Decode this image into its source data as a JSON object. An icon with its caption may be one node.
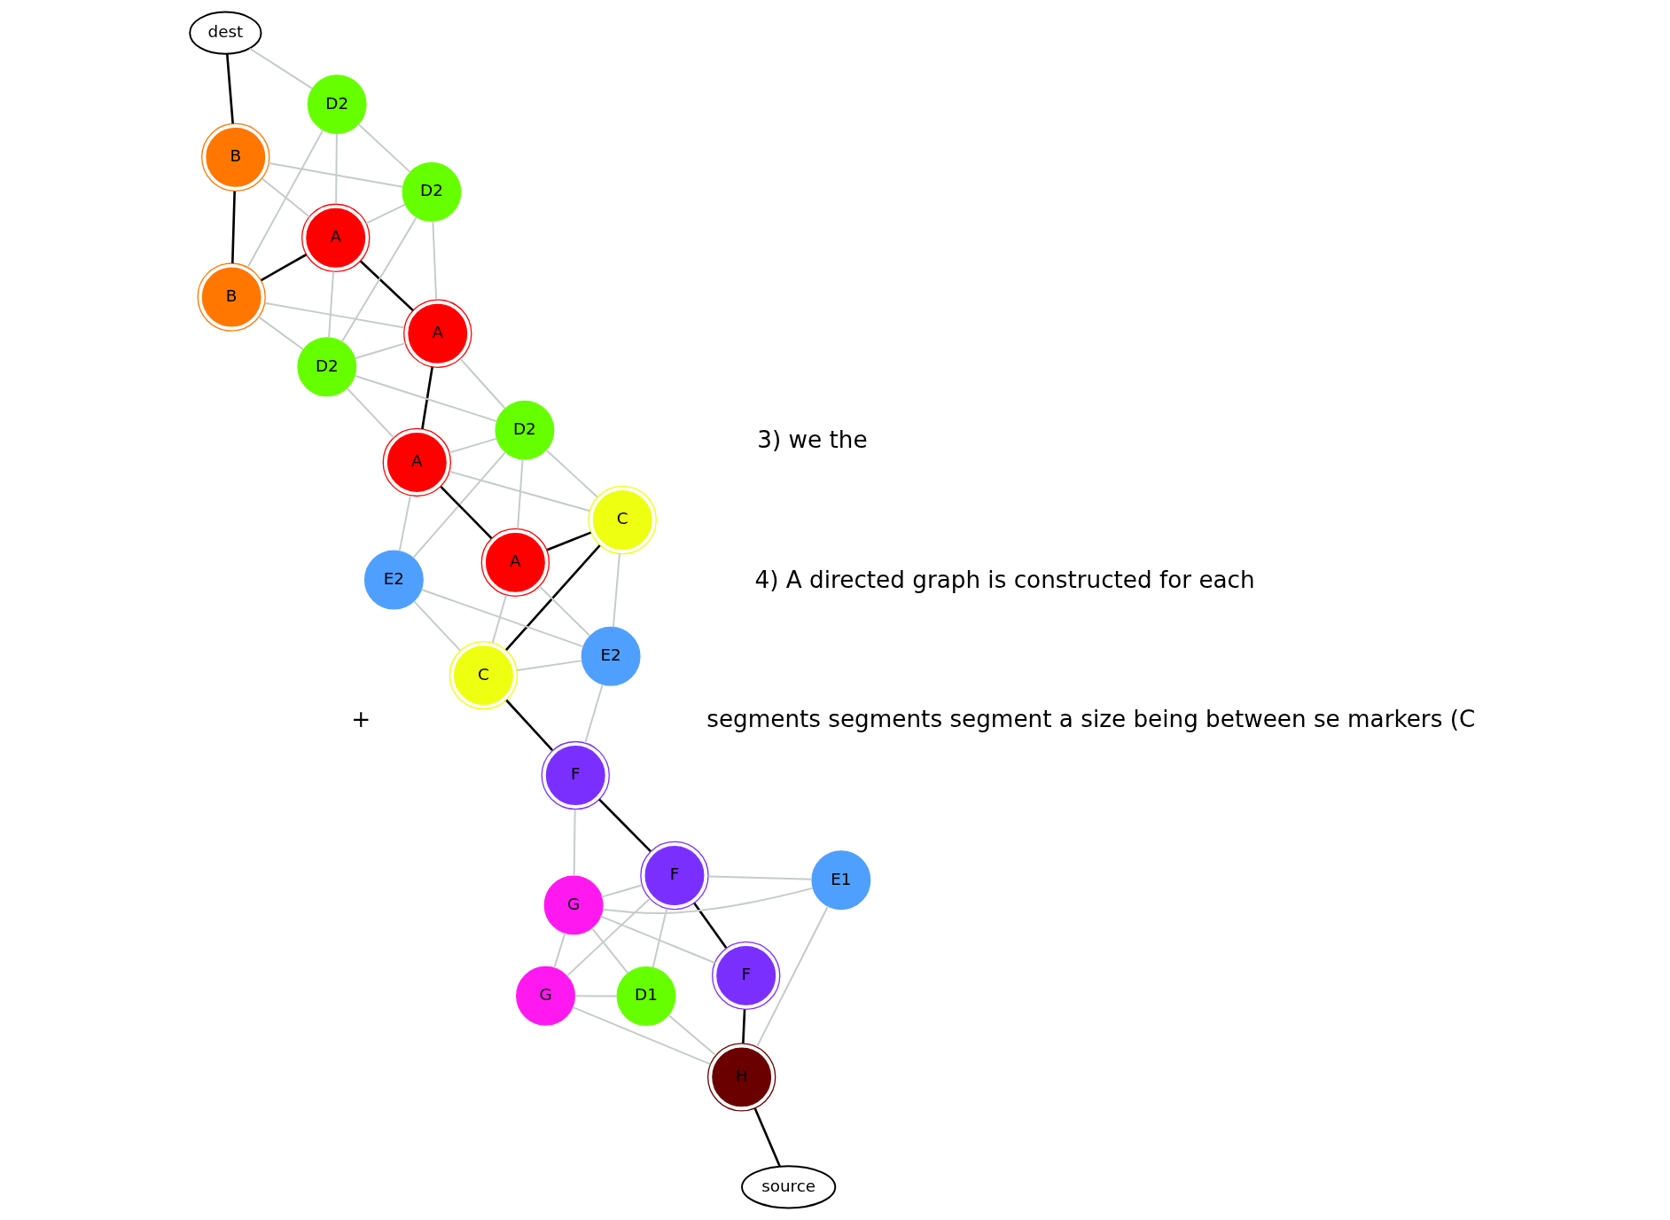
{
  "diagram": {
    "nodes": [
      {
        "text": [
          "source"
        ]
      },
      {
        "text": [
          "H"
        ]
      },
      {
        "text": [
          "F"
        ]
      },
      {
        "text": [
          "G"
        ]
      },
      {
        "text": [
          "D1"
        ]
      },
      {
        "text": [
          "F"
        ]
      },
      {
        "text": [
          "E1"
        ]
      },
      {
        "text": [
          "G"
        ]
      },
      {
        "text": [
          "F"
        ]
      },
      {
        "text": [
          "C"
        ]
      },
      {
        "text": [
          "E2"
        ]
      },
      {
        "text": [
          "C"
        ]
      },
      {
        "text": [
          "E2"
        ]
      },
      {
        "text": [
          "A"
        ]
      },
      {
        "text": [
          "A"
        ]
      },
      {
        "text": [
          "D2"
        ]
      },
      {
        "text": [
          "A"
        ]
      },
      {
        "text": [
          "D2"
        ]
      },
      {
        "text": [
          "D2"
        ]
      },
      {
        "text": [
          "B"
        ]
      },
      {
        "text": [
          "A"
        ]
      },
      {
        "text": [
          "B"
        ]
      },
      {
        "text": [
          "D2"
        ]
      },
      {
        "text": [
          "dest"
        ]
      }
    ],
    "edges": [
      {
        "from": 0,
        "to": 1,
        "arrow": "none",
        "color": "#000000"
      },
      {
        "from": 1,
        "to": 2,
        "arrow": "none",
        "color": "#000000"
      },
      {
        "from": 2,
        "to": 5,
        "arrow": "none",
        "color": "#000000"
      },
      {
        "from": 5,
        "to": 8,
        "arrow": "none",
        "color": "#000000"
      },
      {
        "from": 8,
        "to": 9,
        "arrow": "none",
        "color": "#000000"
      },
      {
        "from": 9,
        "to": 11,
        "arrow": "none",
        "color": "#000000"
      },
      {
        "from": 11,
        "to": 13,
        "arrow": "none",
        "color": "#000000"
      },
      {
        "from": 13,
        "to": 14,
        "arrow": "none",
        "color": "#000000"
      },
      {
        "from": 14,
        "to": 16,
        "arrow": "none",
        "color": "#000000"
      },
      {
        "from": 16,
        "to": 20,
        "arrow": "none",
        "color": "#000000"
      },
      {
        "from": 20,
        "to": 19,
        "arrow": "none",
        "color": "#000000"
      },
      {
        "from": 19,
        "to": 21,
        "arrow": "none",
        "color": "#000000"
      },
      {
        "from": 21,
        "to": 23,
        "arrow": "none",
        "color": "#000000"
      },
      {
        "from": 1,
        "to": 3,
        "arrow": "none"
      },
      {
        "from": 1,
        "to": 4,
        "arrow": "none"
      },
      {
        "from": 1,
        "to": 6,
        "arrow": "none"
      },
      {
        "from": 4,
        "to": 3,
        "arrow": "none"
      },
      {
        "from": 2,
        "to": 7,
        "arrow": "none"
      },
      {
        "from": 6,
        "to": 5,
        "arrow": "none"
      },
      {
        "from": 6,
        "to": 7,
        "arrow": "none"
      },
      {
        "from": 4,
        "to": 5,
        "arrow": "none"
      },
      {
        "from": 4,
        "to": 7,
        "arrow": "none"
      },
      {
        "from": 3,
        "to": 7,
        "arrow": "none"
      },
      {
        "from": 3,
        "to": 5,
        "arrow": "none"
      },
      {
        "from": 5,
        "to": 7,
        "arrow": "none"
      },
      {
        "from": 7,
        "to": 8,
        "arrow": "none"
      },
      {
        "from": 8,
        "to": 10,
        "arrow": "none"
      },
      {
        "from": 9,
        "to": 10,
        "arrow": "none"
      },
      {
        "from": 9,
        "to": 13,
        "arrow": "none"
      },
      {
        "from": 9,
        "to": 12,
        "arrow": "none"
      },
      {
        "from": 10,
        "to": 11,
        "arrow": "none"
      },
      {
        "from": 10,
        "to": 12,
        "arrow": "none"
      },
      {
        "from": 10,
        "to": 13,
        "arrow": "none"
      },
      {
        "from": 11,
        "to": 15,
        "arrow": "none"
      },
      {
        "from": 11,
        "to": 14,
        "arrow": "none"
      },
      {
        "from": 12,
        "to": 14,
        "arrow": "none"
      },
      {
        "from": 12,
        "to": 15,
        "arrow": "none"
      },
      {
        "from": 13,
        "to": 15,
        "arrow": "none"
      },
      {
        "from": 14,
        "to": 15,
        "arrow": "none"
      },
      {
        "from": 14,
        "to": 17,
        "arrow": "none"
      },
      {
        "from": 15,
        "to": 16,
        "arrow": "none"
      },
      {
        "from": 15,
        "to": 17,
        "arrow": "none"
      },
      {
        "from": 16,
        "to": 17,
        "arrow": "none"
      },
      {
        "from": 16,
        "to": 18,
        "arrow": "none"
      },
      {
        "from": 16,
        "to": 19,
        "arrow": "none"
      },
      {
        "from": 17,
        "to": 18,
        "arrow": "none"
      },
      {
        "from": 17,
        "to": 19,
        "arrow": "none"
      },
      {
        "from": 17,
        "to": 20,
        "arrow": "none"
      },
      {
        "from": 18,
        "to": 20,
        "arrow": "none"
      },
      {
        "from": 18,
        "to": 22,
        "arrow": "none"
      },
      {
        "from": 18,
        "to": 21,
        "arrow": "none"
      },
      {
        "from": 20,
        "to": 21,
        "arrow": "none"
      },
      {
        "from": 19,
        "to": 22,
        "arrow": "none"
      },
      {
        "from": 20,
        "to": 22,
        "arrow": "none"
      },
      {
        "from": 22,
        "to": 23,
        "arrow": "none"
      }
    ],
    "labels": [
      "segments segments segment a size being between se markers (C",
      "+",
      "3) we the",
      "4) A directed graph is constructed for each"
    ]
  }
}
